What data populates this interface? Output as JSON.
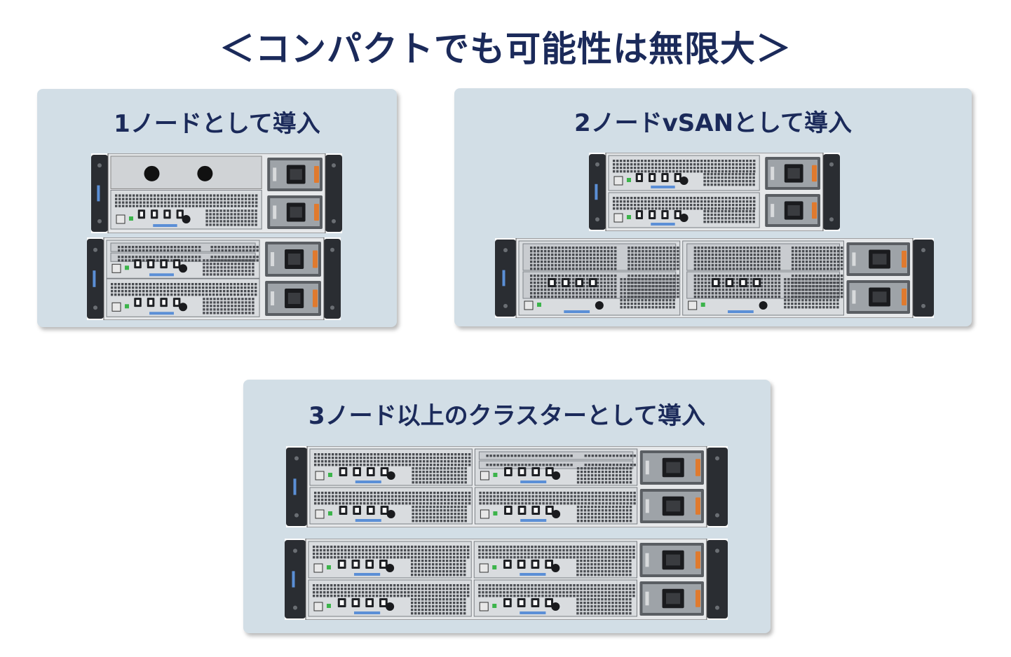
{
  "page": {
    "title": "＜コンパクトでも可能性は無限大＞"
  },
  "panels": [
    {
      "title": "1ノードとして導入"
    },
    {
      "title": "2ノードvSANとして導入"
    },
    {
      "title": "3ノード以上のクラスターとして導入"
    }
  ],
  "colors": {
    "title_text": "#1b2a5a",
    "panel_background": "#d2dee6",
    "chassis_dark": "#2a2d32",
    "chassis_light": "#e6e8ea",
    "power_handle": "#e07a2e",
    "latch_blue": "#5b8fd6"
  },
  "icons": {
    "server_chassis": "server-chassis-icon",
    "power_supply": "power-supply-icon"
  }
}
